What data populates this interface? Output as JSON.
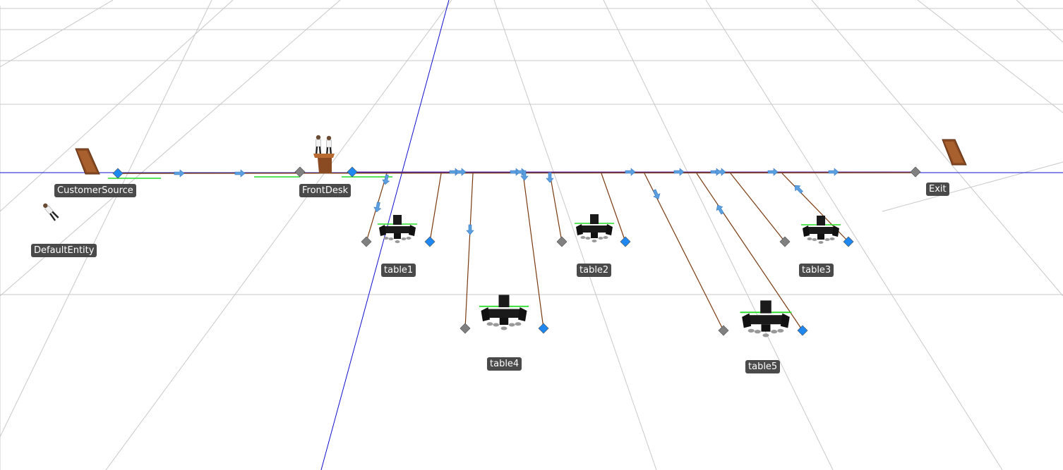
{
  "scene": {
    "background": "#ffffff",
    "grid_color": "#c8c8c8",
    "axis_color": "#1010d0",
    "link_color": "#7a3a10",
    "flow_color": "#5aa0e0",
    "node_in_color": "#1e88f0",
    "node_out_color": "#808080"
  },
  "labels": {
    "source": "CustomerSource",
    "entity": "DefaultEntity",
    "desk": "FrontDesk",
    "exit": "Exit",
    "table1": "table1",
    "table2": "table2",
    "table3": "table3",
    "table4": "table4",
    "table5": "table5"
  },
  "objects": [
    {
      "id": "source",
      "kind": "door",
      "name": "CustomerSource"
    },
    {
      "id": "entity",
      "kind": "person",
      "name": "DefaultEntity"
    },
    {
      "id": "desk",
      "kind": "server",
      "name": "FrontDesk"
    },
    {
      "id": "table1",
      "kind": "table",
      "name": "table1"
    },
    {
      "id": "table2",
      "kind": "table",
      "name": "table2"
    },
    {
      "id": "table3",
      "kind": "table",
      "name": "table3"
    },
    {
      "id": "table4",
      "kind": "table",
      "name": "table4"
    },
    {
      "id": "table5",
      "kind": "table",
      "name": "table5"
    },
    {
      "id": "exit",
      "kind": "door",
      "name": "Exit"
    }
  ]
}
